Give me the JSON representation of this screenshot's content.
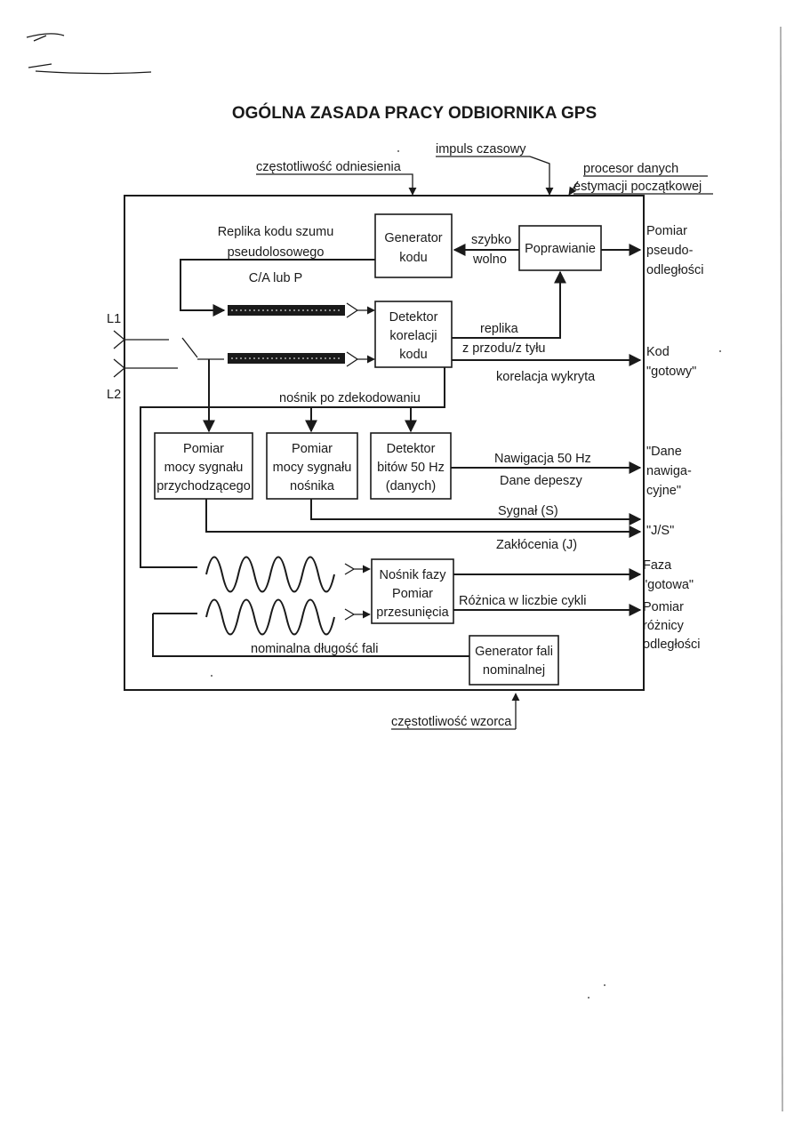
{
  "title": "OGÓLNA ZASADA PRACY ODBIORNIKA GPS",
  "top_inputs": {
    "reference_frequency": "częstotliwość odniesienia",
    "time_pulse": "impuls czasowy",
    "data_processor_line1": "procesor danych",
    "data_processor_line2": "estymacji początkowej"
  },
  "antenna": {
    "l1": "L1",
    "l2": "L2"
  },
  "code_replica": {
    "line1": "Replika kodu szumu",
    "line2": "pseudolosowego",
    "line3": "C/A lub P"
  },
  "blocks": {
    "code_generator": [
      "Generator",
      "kodu"
    ],
    "correction": [
      "Poprawianie"
    ],
    "code_correlation_detector": [
      "Detektor",
      "korelacji",
      "kodu"
    ],
    "incoming_power": [
      "Pomiar",
      "mocy sygnału",
      "przychodzącego"
    ],
    "carrier_power": [
      "Pomiar",
      "mocy sygnału",
      "nośnika"
    ],
    "bit_detector": [
      "Detektor",
      "bitów 50 Hz",
      "(danych)"
    ],
    "carrier_phase": [
      "Nośnik fazy",
      "Pomiar",
      "przesunięcia"
    ],
    "nominal_wave_generator": [
      "Generator fali",
      "nominalnej"
    ]
  },
  "signals": {
    "fast": "szybko",
    "slow": "wolno",
    "replica": "replika",
    "early_late": "z przodu/z tyłu",
    "correlation_detected": "korelacja wykryta",
    "decoded_carrier": "nośnik po zdekodowaniu",
    "navigation": "Nawigacja 50 Hz",
    "message_data": "Dane depeszy",
    "signal_s": "Sygnał (S)",
    "interference_j": "Zakłócenia (J)",
    "cycle_difference": "Różnica w liczbie cykli",
    "nominal_wavelength": "nominalna długość fali",
    "reference_frequency_bottom": "częstotliwość wzorca"
  },
  "outputs": {
    "pseudorange": [
      "Pomiar",
      "pseudo-",
      "odległości"
    ],
    "code_ready": [
      "Kod",
      "\"gotowy\""
    ],
    "nav_data": [
      "\"Dane",
      "nawiga-",
      "cyjne\""
    ],
    "js_ratio": [
      "\"J/S\""
    ],
    "phase_ready": [
      "Faza",
      "\"gotowa\""
    ],
    "range_difference": [
      "Pomiar",
      "różnicy",
      "odległości"
    ]
  }
}
